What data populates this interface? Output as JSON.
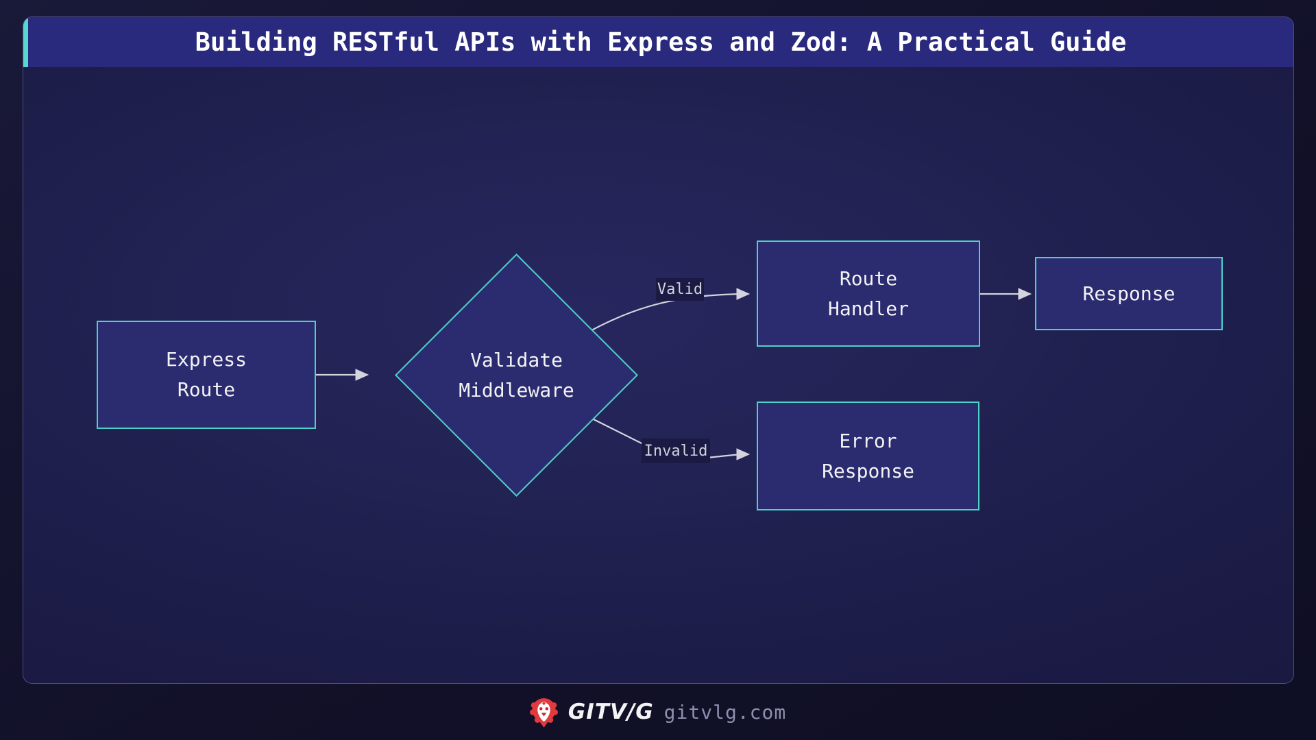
{
  "header": {
    "title": "Building RESTful APIs with Express and Zod: A Practical Guide"
  },
  "flowchart": {
    "type": "flowchart-LR",
    "nodes": {
      "express_route": {
        "shape": "rect",
        "lines": [
          "Express",
          "Route"
        ]
      },
      "validate_middleware": {
        "shape": "diamond",
        "lines": [
          "Validate",
          "Middleware"
        ]
      },
      "route_handler": {
        "shape": "rect",
        "lines": [
          "Route",
          "Handler"
        ]
      },
      "error_response": {
        "shape": "rect",
        "lines": [
          "Error",
          "Response"
        ]
      },
      "response": {
        "shape": "rect",
        "lines": [
          "Response"
        ]
      }
    },
    "edges": [
      {
        "from": "express_route",
        "to": "validate_middleware",
        "label": ""
      },
      {
        "from": "validate_middleware",
        "to": "route_handler",
        "label": "Valid"
      },
      {
        "from": "validate_middleware",
        "to": "error_response",
        "label": "Invalid"
      },
      {
        "from": "route_handler",
        "to": "response",
        "label": ""
      }
    ],
    "edge_labels": {
      "valid": "Valid",
      "invalid": "Invalid"
    }
  },
  "footer": {
    "logo_icon": "lion-icon",
    "brand": "GITV/G",
    "site": "gitvlg.com"
  },
  "colors": {
    "accent_teal": "#55d8ce",
    "node_border": "#4dd2c8",
    "node_fill": "#2b2b70",
    "header_fill": "#29297d",
    "arrow": "#d4d4de",
    "label_bg": "#1a1a44",
    "brand_red": "#e0393e"
  }
}
